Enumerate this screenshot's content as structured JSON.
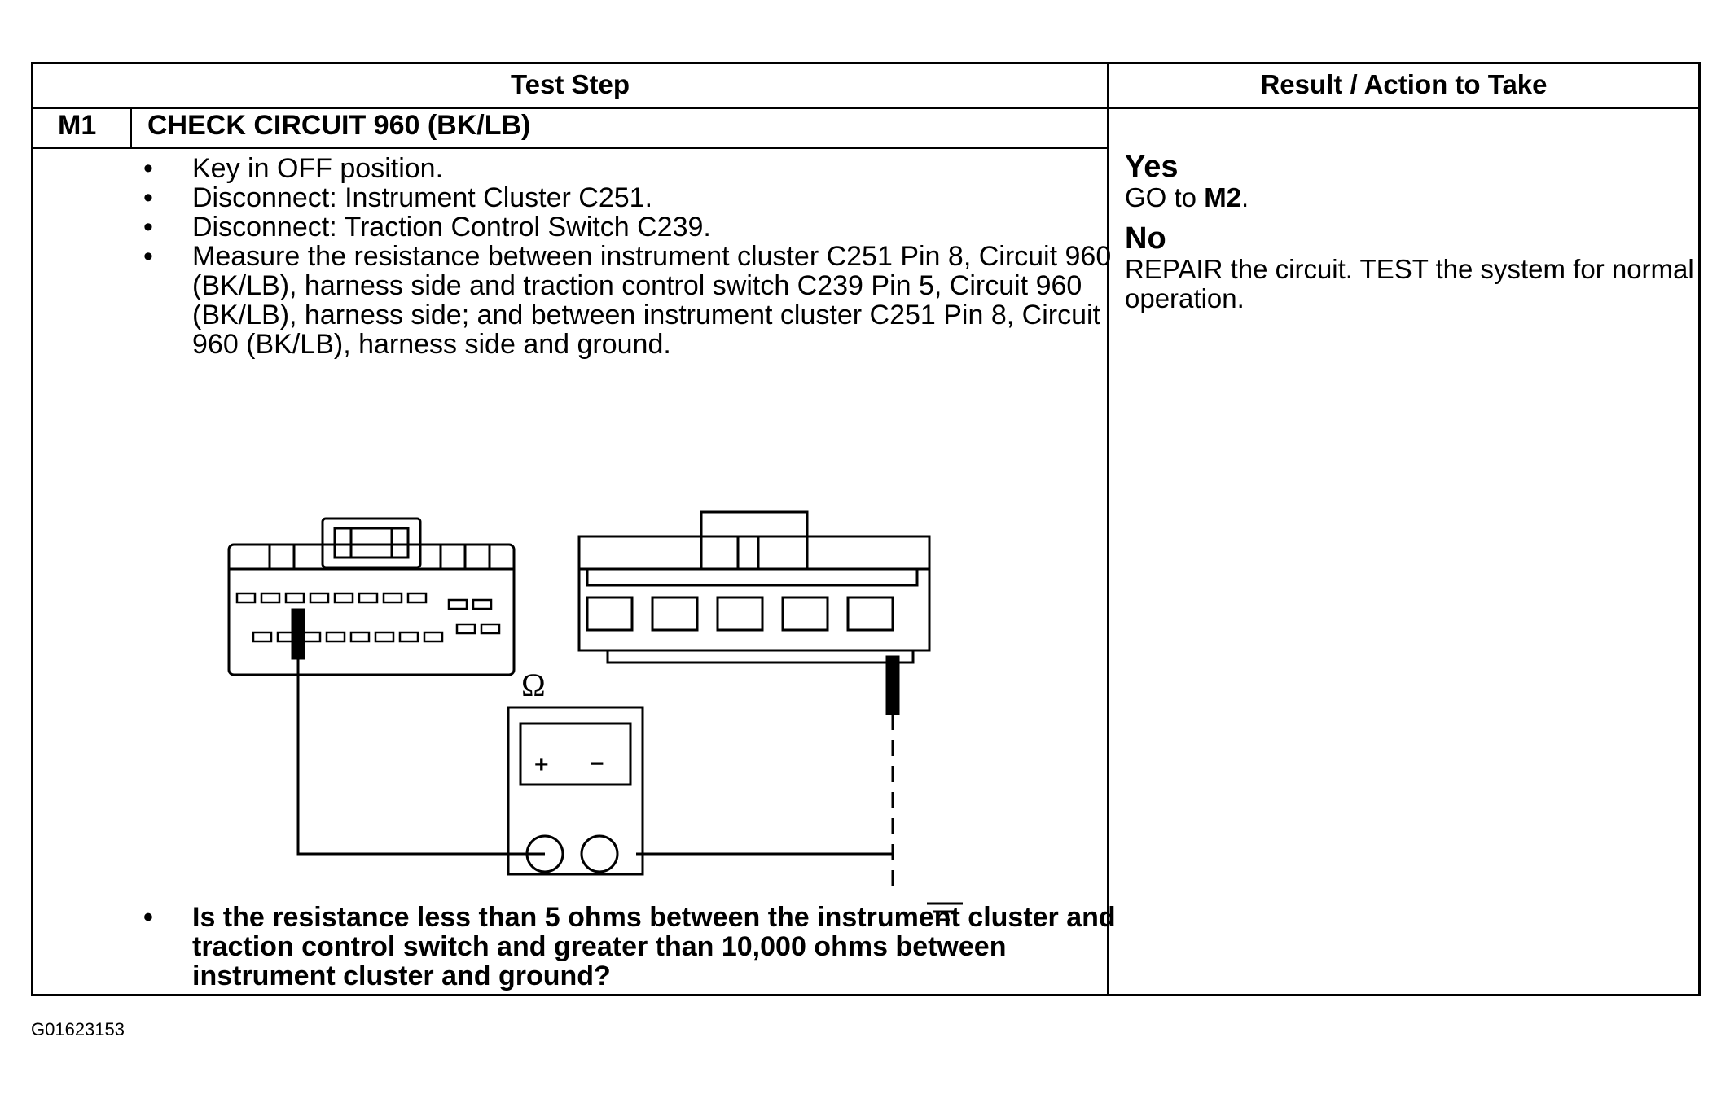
{
  "header": {
    "test_step": "Test Step",
    "result_action": "Result / Action to Take"
  },
  "step": {
    "id": "M1",
    "title": "CHECK CIRCUIT 960 (BK/LB)"
  },
  "bullets": [
    "Key in OFF position.",
    "Disconnect: Instrument Cluster C251.",
    "Disconnect: Traction Control Switch C239.",
    "Measure the resistance between instrument cluster C251 Pin 8, Circuit 960 (BK/LB), harness side and traction control switch C239 Pin 5, Circuit 960 (BK/LB), harness side; and between instrument cluster C251 Pin 8, Circuit 960 (BK/LB), harness side and ground."
  ],
  "question": "Is the resistance less than 5 ohms between the instrument cluster and traction control switch and greater than 10,000 ohms between instrument cluster and ground?",
  "results": {
    "yes_label": "Yes",
    "yes_prefix": "GO to ",
    "yes_target": "M2",
    "yes_suffix": ".",
    "no_label": "No",
    "no_text": "REPAIR the circuit. TEST the system for normal operation."
  },
  "meter": {
    "symbol": "Ω",
    "plus": "+",
    "minus": "−"
  },
  "figure_id": "G01623153"
}
